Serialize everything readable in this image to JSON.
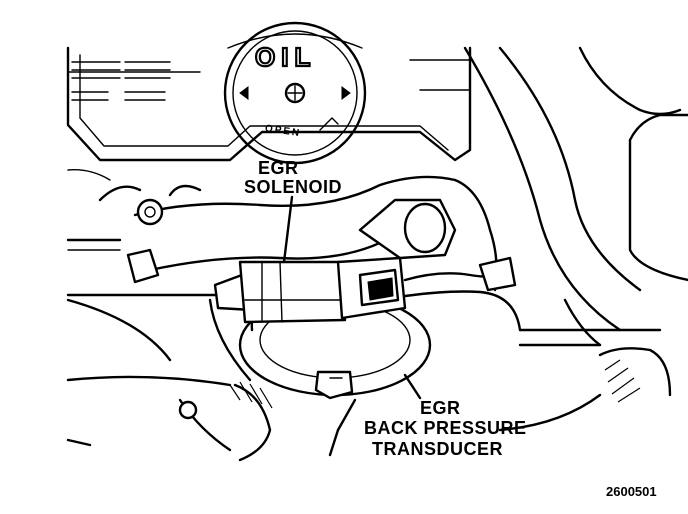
{
  "labels": {
    "egr_solenoid_line1": "EGR",
    "egr_solenoid_line2": "SOLENOID",
    "transducer_line1": "EGR",
    "transducer_line2": "BACK PRESSURE",
    "transducer_line3": "TRANSDUCER"
  },
  "cap": {
    "oil_text": "OIL",
    "open_text": "OPEN"
  },
  "figure_number": "2600501"
}
